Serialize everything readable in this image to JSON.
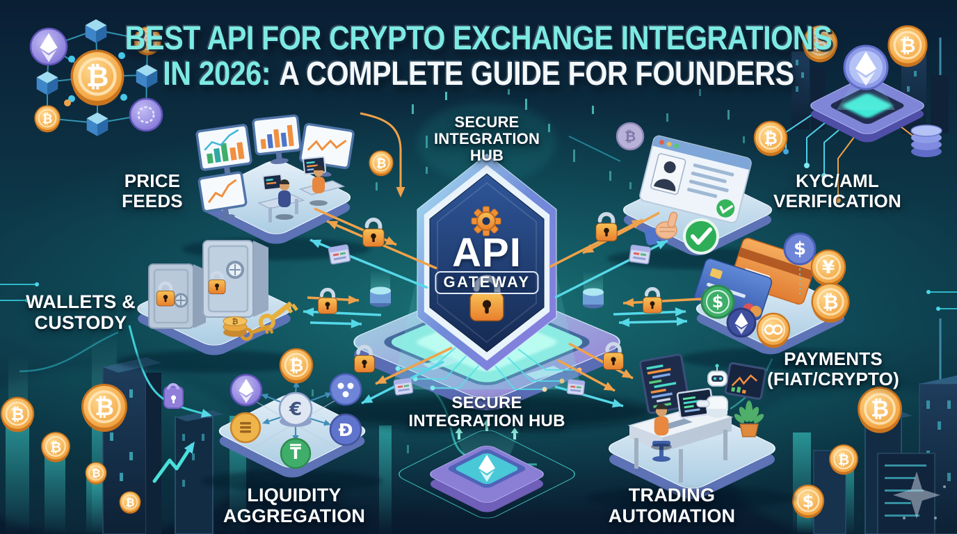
{
  "title": {
    "line1": "BEST API FOR CRYPTO EXCHANGE INTEGRATIONS",
    "line2_accent": "IN 2026:",
    "line2_rest": "A COMPLETE GUIDE FOR FOUNDERS"
  },
  "center_badge": {
    "name": "API",
    "sub": "GATEWAY"
  },
  "labels": {
    "secure_hub_top": {
      "lines": [
        "SECURE",
        "INTEGRATION",
        "HUB"
      ]
    },
    "price_feeds": {
      "lines": [
        "PRICE",
        "FEEDS"
      ]
    },
    "kyc": {
      "lines": [
        "KYC/AML",
        "VERIFICATION"
      ]
    },
    "wallets": {
      "lines": [
        "WALLETS &",
        "CUSTODY"
      ]
    },
    "payments": {
      "lines": [
        "PAYMENTS",
        "(FIAT/CRYPTO)"
      ]
    },
    "liquidity": {
      "lines": [
        "LIQUIDITY",
        "AGGREGATION"
      ]
    },
    "secure_hub_bottom": {
      "lines": [
        "SECURE",
        "INTEGRATION HUB"
      ]
    },
    "trading": {
      "lines": [
        "TRADING",
        "AUTOMATION"
      ]
    }
  },
  "glyphs": {
    "bitcoin": "₿",
    "euro": "€",
    "dollar": "$",
    "yen": "¥",
    "dash": "Ð",
    "tether": "T"
  },
  "colors": {
    "accent_cyan": "#7ceae3",
    "accent_orange": "#f0a24a",
    "lock_orange": "#f5a032",
    "platform_light": "#cfe3f2",
    "hexagon_navy": "#1d3a6e",
    "check_green": "#2fae58",
    "background_navy": "#0a1d33",
    "background_teal": "#135f68"
  }
}
